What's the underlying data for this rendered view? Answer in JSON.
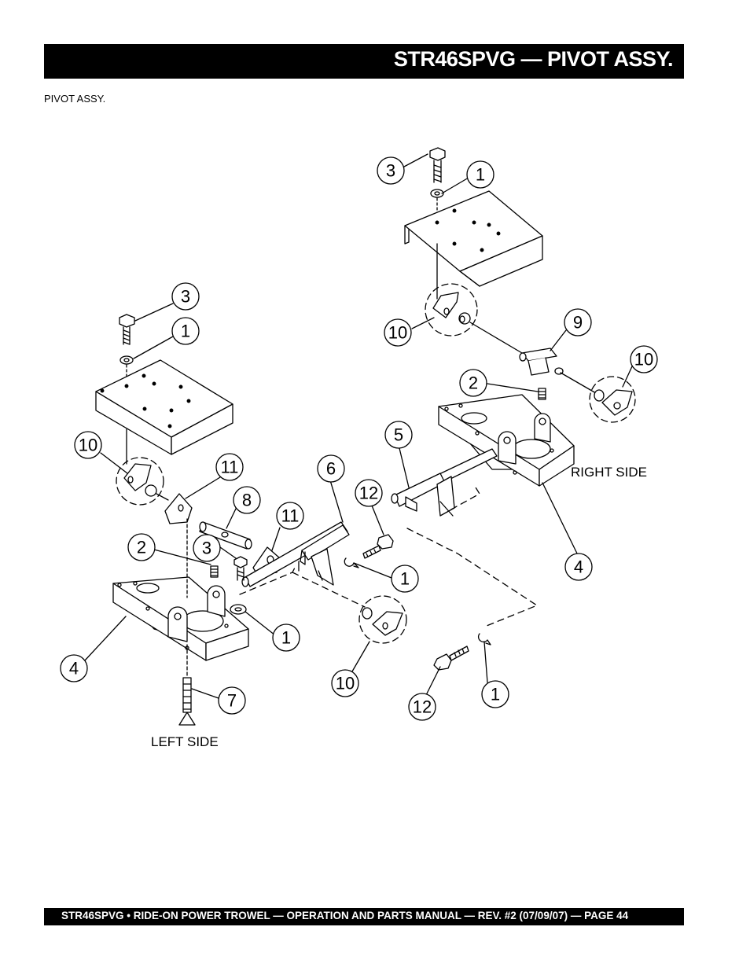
{
  "header": {
    "title": "STR46SPVG — PIVOT ASSY."
  },
  "section": {
    "label": "PIVOT ASSY."
  },
  "diagram": {
    "side_labels": {
      "left": "LEFT SIDE",
      "right": "RIGHT SIDE"
    },
    "callouts": [
      "3",
      "1",
      "10",
      "9",
      "10",
      "2",
      "5",
      "6",
      "12",
      "3",
      "1",
      "10",
      "11",
      "8",
      "11",
      "2",
      "3",
      "1",
      "1",
      "4",
      "4",
      "7",
      "10",
      "1",
      "12"
    ]
  },
  "footer": {
    "text": "STR46SPVG • RIDE-ON POWER TROWEL — OPERATION AND PARTS MANUAL — REV. #2 (07/09/07) — PAGE 44"
  }
}
